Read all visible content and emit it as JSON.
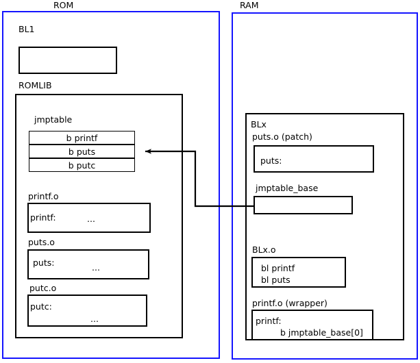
{
  "diagram": {
    "title_rom": "ROM",
    "title_ram": "RAM"
  },
  "rom": {
    "label": "ROM",
    "bl1": {
      "label": "BL1",
      "content": ""
    },
    "romlib": {
      "label": "ROMLIB",
      "jmptable": {
        "label": "jmptable",
        "rows": [
          {
            "text": "b printf"
          },
          {
            "text": "b puts"
          },
          {
            "text": "b putc"
          }
        ]
      },
      "objects": [
        {
          "label": "printf.o",
          "symbol": "printf:",
          "body": "..."
        },
        {
          "label": "puts.o",
          "symbol": "puts:",
          "body": "..."
        },
        {
          "label": "putc.o",
          "symbol": "putc:",
          "body": "..."
        }
      ]
    }
  },
  "ram": {
    "label": "RAM",
    "blx": {
      "label": "BLx",
      "patch": {
        "label": "puts.o (patch)",
        "symbol": "puts:"
      },
      "jmptable_base": {
        "label": "jmptable_base",
        "content": ""
      },
      "blx_o": {
        "label": "BLx.o",
        "line1": "bl printf",
        "line2": "bl puts"
      },
      "wrapper": {
        "label": "printf.o (wrapper)",
        "symbol": "printf:",
        "instruction": "b jmptable_base[0]"
      }
    }
  },
  "connector": {
    "name": "jmptable-base-to-jmptable-puts-arrow",
    "from": "jmptable_base",
    "to": "jmptable row b puts"
  },
  "colors": {
    "memory_region_border": "#1414ff",
    "block_border": "#000000",
    "background": "#ffffff"
  }
}
